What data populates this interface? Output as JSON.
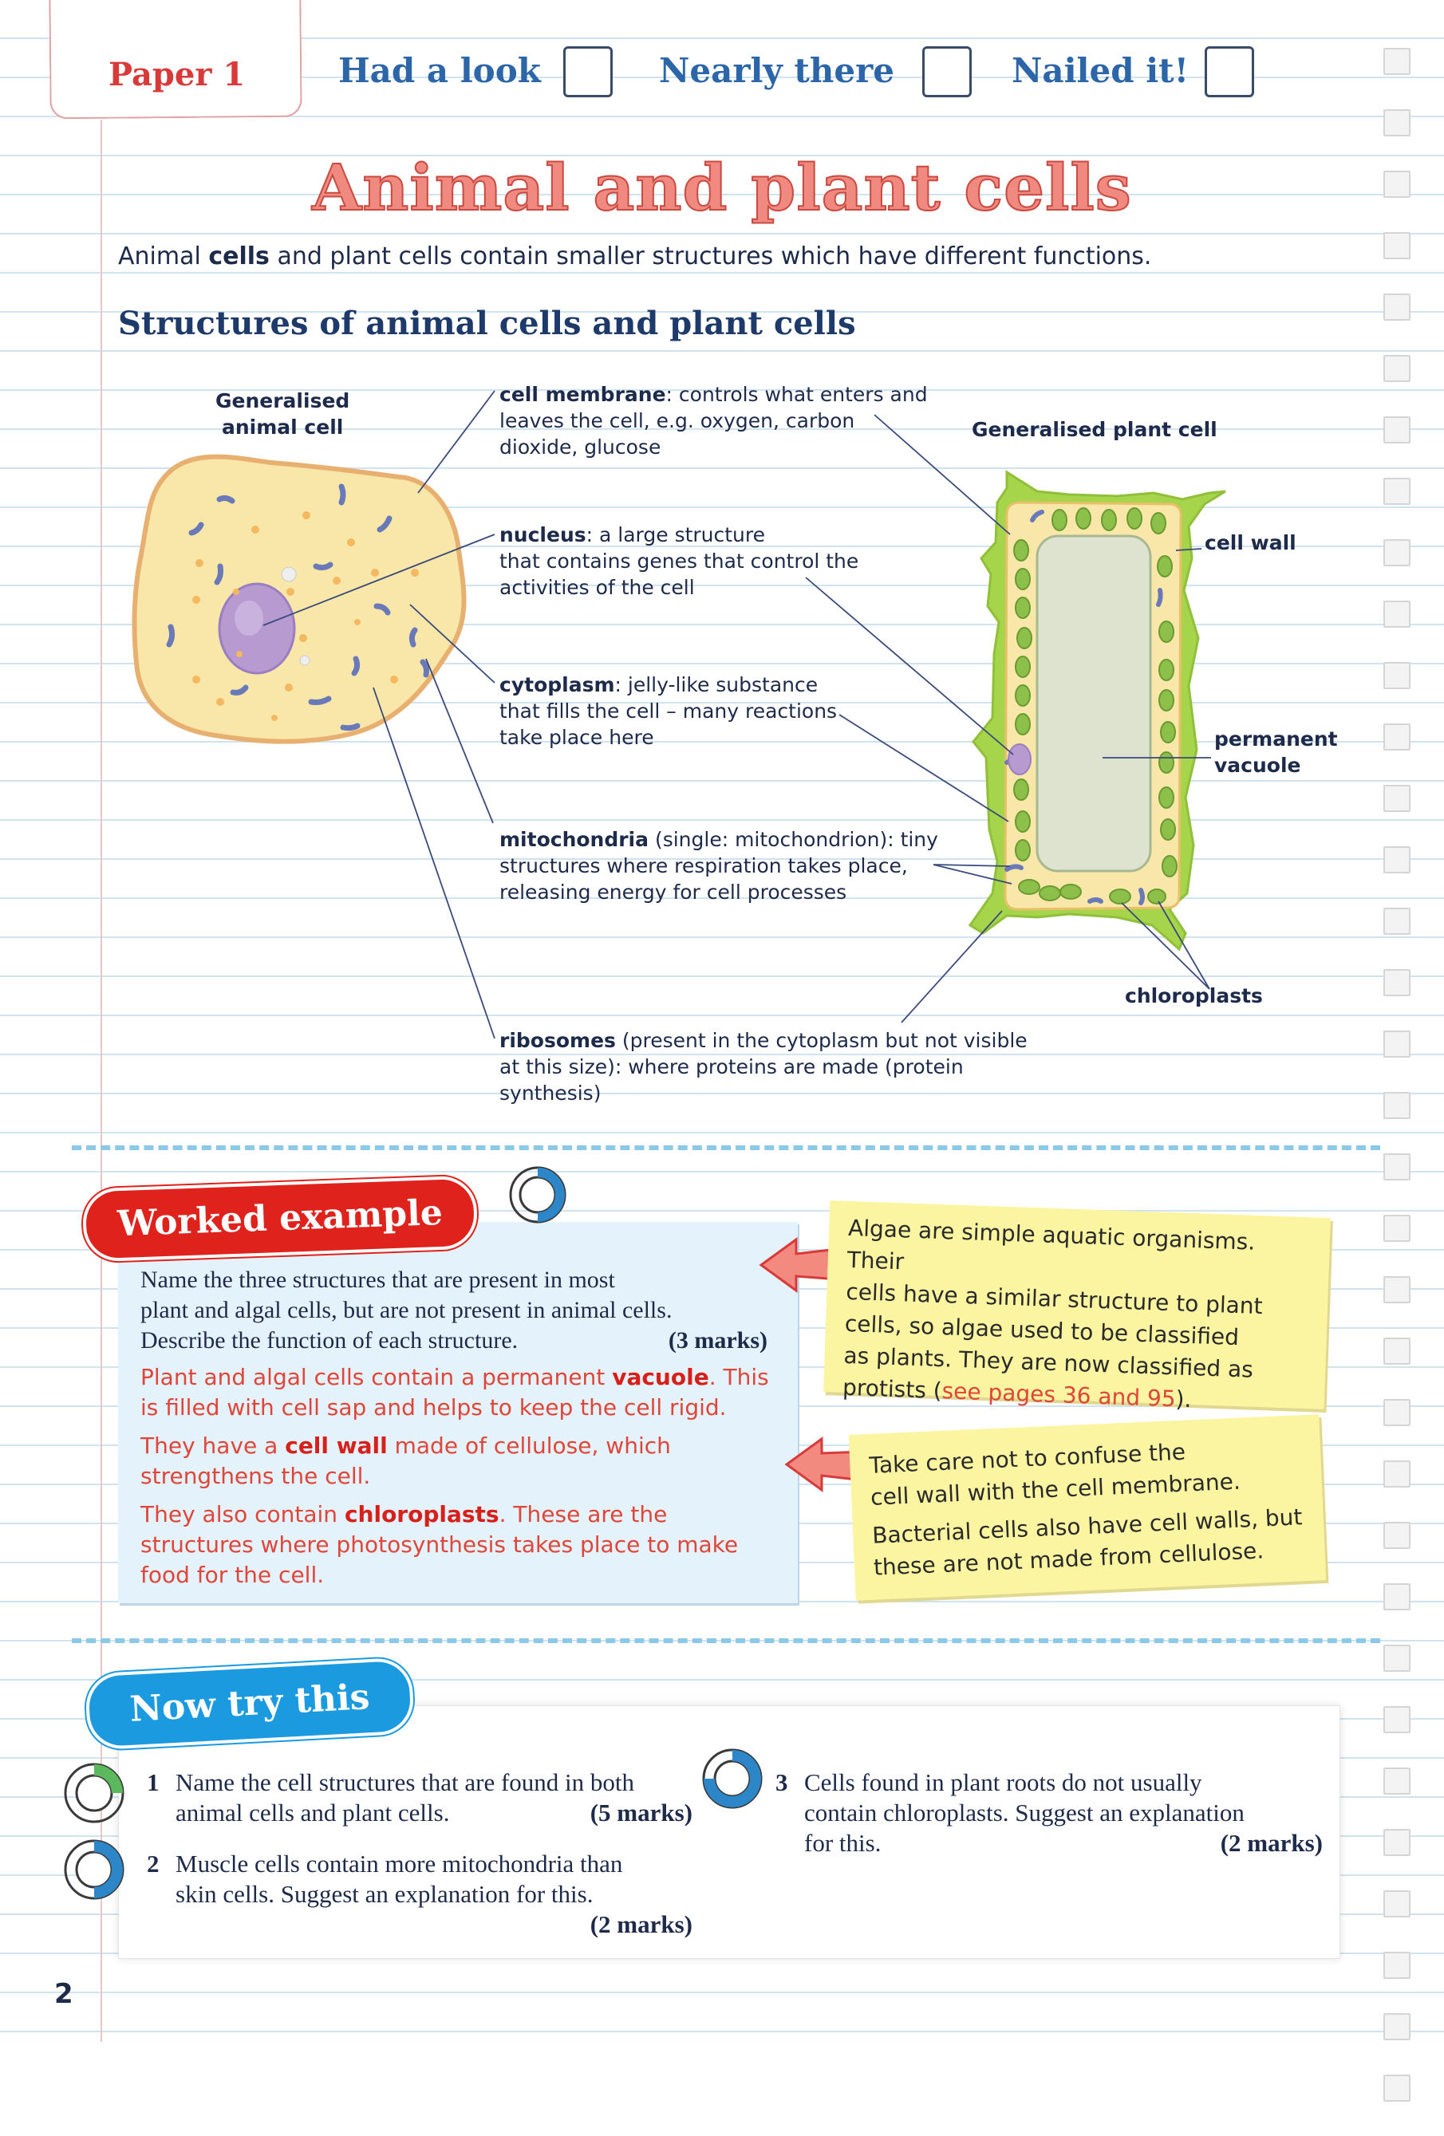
{
  "header": {
    "paper": "Paper 1",
    "status": [
      "Had a look",
      "Nearly there",
      "Nailed it!"
    ]
  },
  "title": "Animal and plant cells",
  "intro": {
    "pre": "Animal ",
    "bold": "cells",
    "post": " and plant cells contain smaller structures which have different functions."
  },
  "section_heading": "Structures of animal cells and plant cells",
  "diagram": {
    "animal_caption": [
      "Generalised",
      "animal cell"
    ],
    "plant_caption": "Generalised plant cell",
    "labels": {
      "membrane": {
        "term": "cell membrane",
        "text": ": controls what enters and",
        "lines": [
          "leaves the cell, e.g. oxygen, carbon",
          "dioxide, glucose"
        ]
      },
      "nucleus": {
        "term": "nucleus",
        "text": ": a large structure",
        "lines": [
          "that contains genes that control the",
          "activities of the cell"
        ]
      },
      "cytoplasm": {
        "term": "cytoplasm",
        "text": ": jelly-like substance",
        "lines": [
          "that fills the cell – many reactions",
          "take place here"
        ]
      },
      "mitochondria": {
        "term": "mitochondria",
        "text": " (single: mitochondrion): tiny",
        "lines": [
          "structures where respiration takes place,",
          "releasing energy for cell processes"
        ]
      },
      "ribosomes": {
        "term": "ribosomes",
        "text": " (present in the cytoplasm but not visible",
        "lines": [
          "at this size): where proteins are made (protein",
          "synthesis)"
        ]
      },
      "cell_wall": "cell wall",
      "vacuole": [
        "permanent",
        "vacuole"
      ],
      "chloroplasts": "chloroplasts"
    },
    "colors": {
      "cytoplasm": "#f8e7a8",
      "membrane": "#e8b070",
      "nucleus": "#b69ad0",
      "mitochondria": "#6a7ab8",
      "chloroplast": "#8cc04a",
      "vacuole": "#dde3cf",
      "cell_wall": "#a6d44a"
    }
  },
  "worked_example": {
    "heading": "Worked example",
    "question": [
      "Name the three structures that are present in most",
      "plant and algal cells, but are not present in animal cells.",
      "Describe the function of each structure."
    ],
    "marks": "(3 marks)",
    "answers": [
      {
        "pre": "Plant and algal cells contain a permanent ",
        "bold": "vacuole",
        "post": ". This",
        "line2": "is filled with cell sap and helps to keep the cell rigid."
      },
      {
        "pre": "They have a ",
        "bold": "cell wall",
        "post": " made of cellulose, which",
        "line2": "strengthens the cell."
      },
      {
        "pre": "They also contain ",
        "bold": "chloroplasts",
        "post": ". These are the",
        "line2": "structures where photosynthesis takes place to make",
        "line3": "food for the cell."
      }
    ]
  },
  "notes": {
    "algae": {
      "lines": [
        "Algae are simple aquatic organisms. Their",
        "cells have a similar structure to plant",
        "cells, so algae used to be classified",
        "as plants. They are now classified as"
      ],
      "last_pre": "protists (",
      "ref": "see pages 36 and 95",
      "last_post": ")."
    },
    "care": {
      "lines": [
        "Take care not to confuse the",
        "cell wall with the cell membrane.",
        "Bacterial cells also have cell walls, but",
        "these are not made from cellulose."
      ]
    }
  },
  "now_try_this": {
    "heading": "Now try this",
    "questions": [
      {
        "num": "1",
        "lines": [
          "Name the cell structures that are found in both",
          "animal cells and plant cells."
        ],
        "marks": "(5 marks)"
      },
      {
        "num": "2",
        "lines": [
          "Muscle cells contain more mitochondria than",
          "skin cells. Suggest an explanation for this."
        ],
        "marks": "(2 marks)"
      },
      {
        "num": "3",
        "lines": [
          "Cells found in plant roots do not usually",
          "contain chloroplasts. Suggest an explanation",
          "for this."
        ],
        "marks": "(2 marks)"
      }
    ]
  },
  "page_number": "2"
}
